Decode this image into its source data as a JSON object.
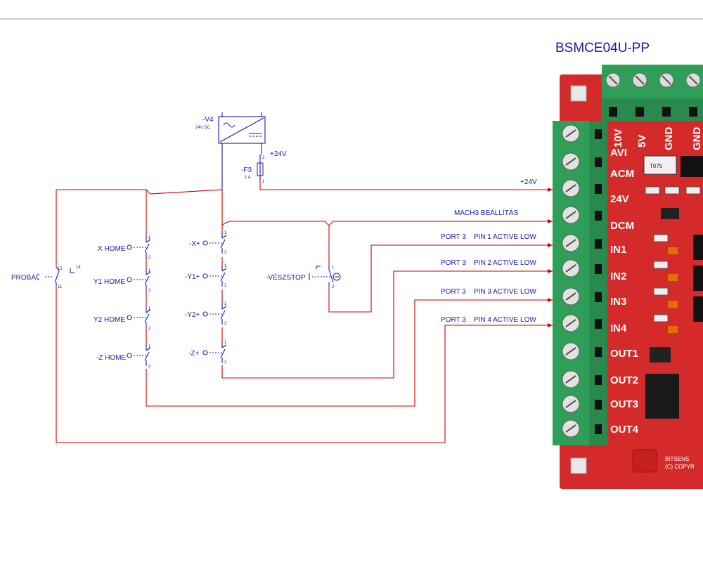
{
  "board": {
    "title": "BSMCE04U-PP",
    "top_labels": [
      "10V",
      "5V",
      "GND",
      "GND"
    ],
    "side_labels": [
      "AVI",
      "ACM",
      "24V",
      "DCM",
      "IN1",
      "IN2",
      "IN3",
      "IN4",
      "OUT1",
      "OUT2",
      "OUT3",
      "OUT4"
    ],
    "chip_label": "T075",
    "footer_line1": "BITSENS",
    "footer_line2": "(C) COPYR"
  },
  "power_supply": {
    "tag": "-V4",
    "rating": "24V DC"
  },
  "fuse": {
    "tag": "-F3",
    "rating": "1 A",
    "pin_top": "2",
    "pin_bottom": "1",
    "net_label": "+24V"
  },
  "wire_labels": {
    "v24": "+24V",
    "mach3": "MACH3 BEÁLLÍTÁS",
    "in1": "PORT 3    PIN 1 ACTIVE LOW",
    "in2": "PORT 3    PIN 2 ACTIVE LOW",
    "in3": "PORT 3    PIN 3 ACTIVE LOW",
    "in4": "PORT 3    PIN 4 ACTIVE LOW"
  },
  "switches_left": [
    {
      "label": "X HOME",
      "pin_a": "1",
      "pin_b": "2"
    },
    {
      "label": "Y1 HOME",
      "pin_a": "1",
      "pin_b": "2"
    },
    {
      "label": "Y2 HOME",
      "pin_a": "1",
      "pin_b": "2"
    },
    {
      "label": "-Z HOME",
      "pin_a": "1",
      "pin_b": "2"
    }
  ],
  "switches_mid": [
    {
      "label": "-X+",
      "pin_a": "1",
      "pin_b": "2"
    },
    {
      "label": "-Y1+",
      "pin_a": "1",
      "pin_b": "2"
    },
    {
      "label": "-Y2+",
      "pin_a": "1",
      "pin_b": "2"
    },
    {
      "label": "-Z+",
      "pin_a": "1",
      "pin_b": "2"
    }
  ],
  "probe": {
    "label": "PROBA",
    "pin_12": "12",
    "pin_14": "14",
    "pin_11": "11"
  },
  "estop": {
    "label": "-VÉSZSTOP",
    "pin_a": "1",
    "pin_b": "2"
  },
  "colors": {
    "wire": "#cc0000",
    "symbol": "#1a1aa8",
    "board": "#d42a2a",
    "terminal": "#2e9e58"
  }
}
